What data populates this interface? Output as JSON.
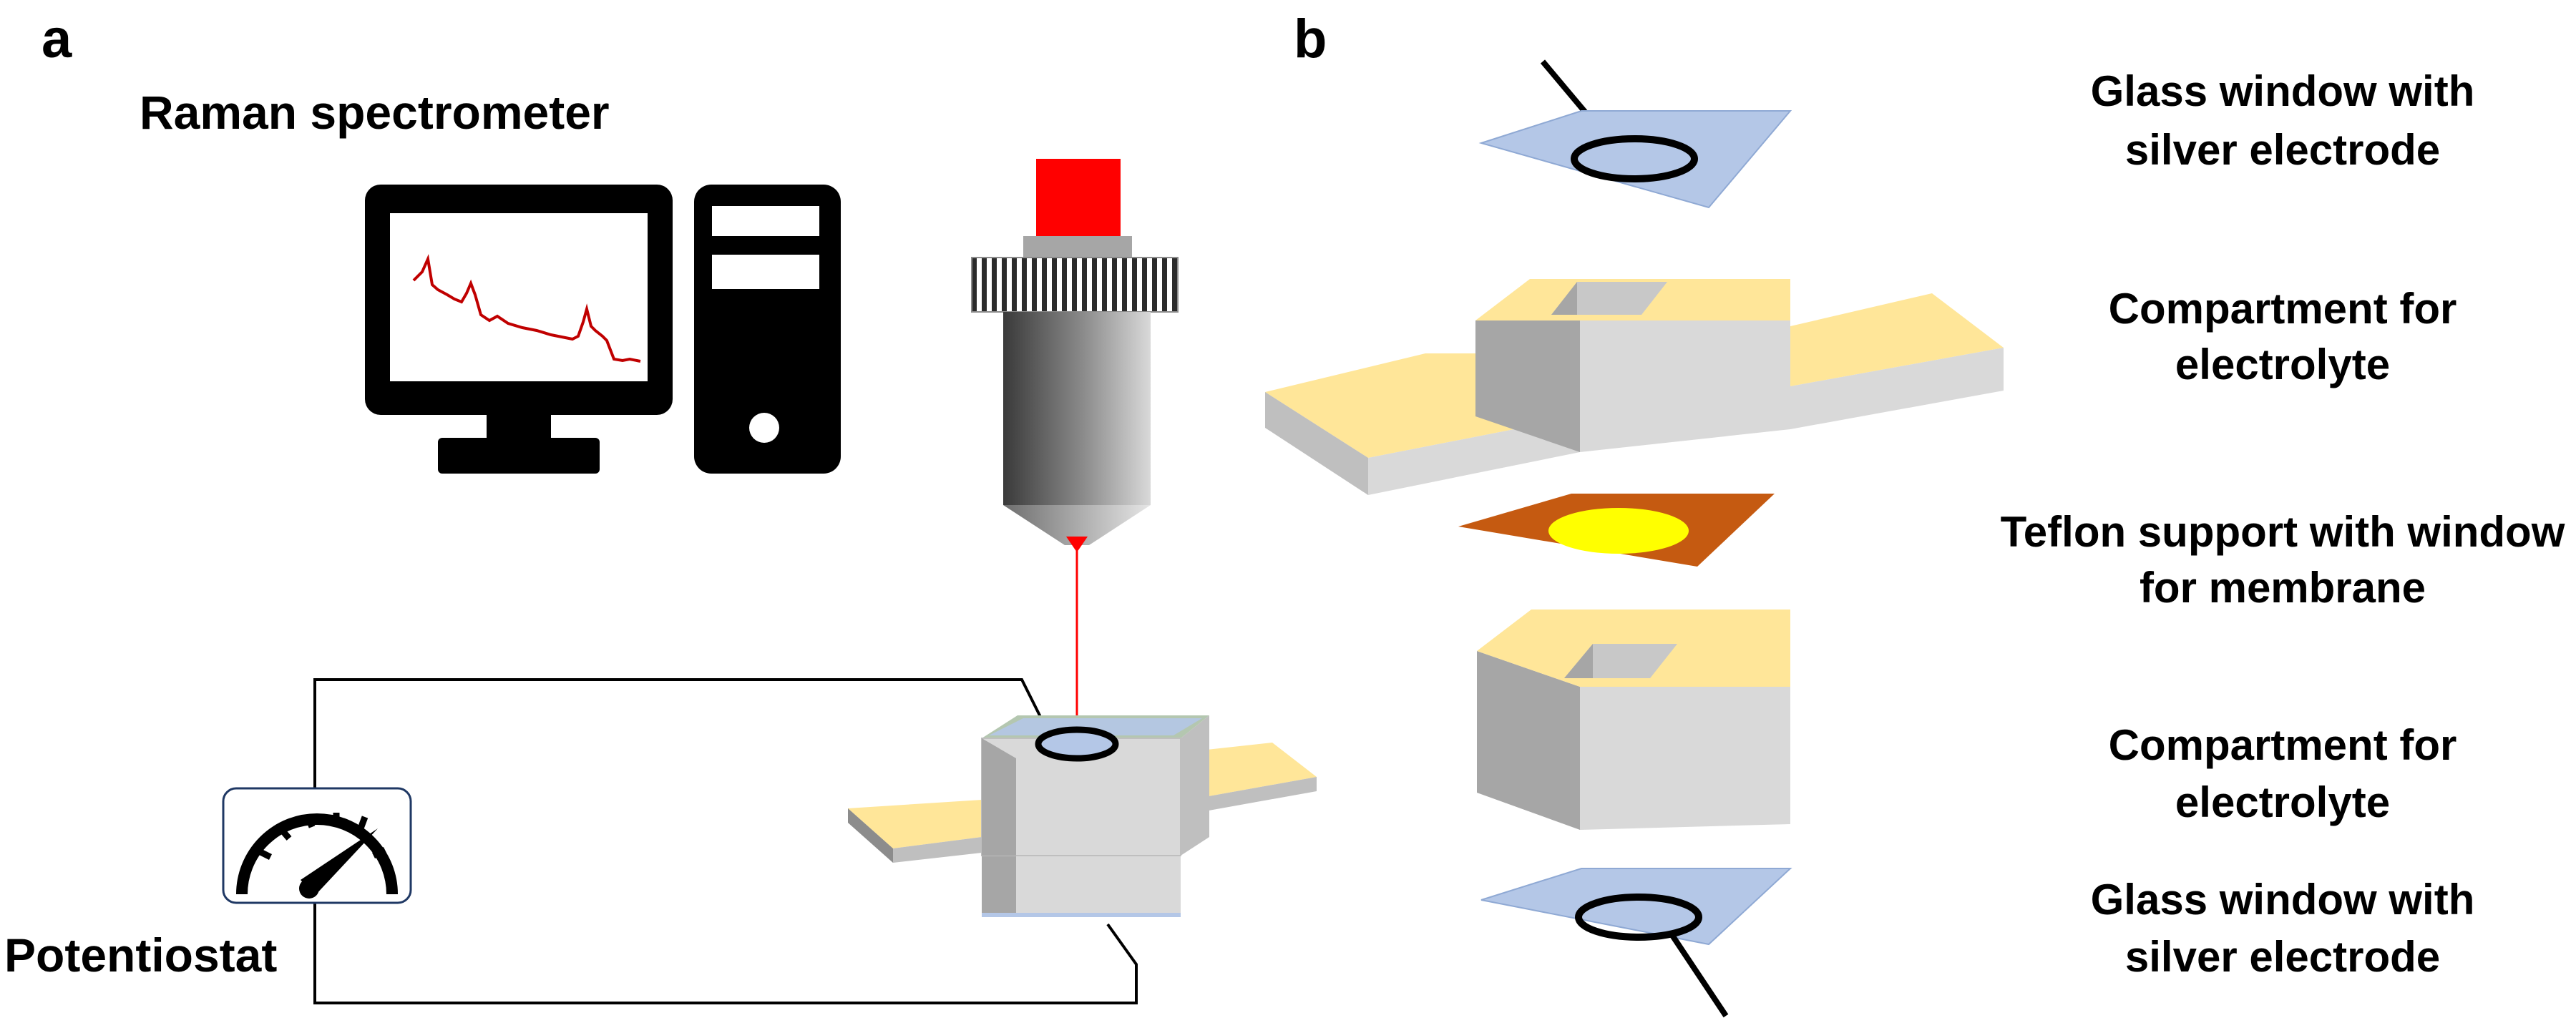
{
  "panels": {
    "a": {
      "letter": "a",
      "spectrometer_label": "Raman spectrometer",
      "potentiostat_label": "Potentiostat"
    },
    "b": {
      "letter": "b",
      "layers": [
        {
          "line1": "Glass window with",
          "line2": "silver electrode"
        },
        {
          "line1": "Compartment for",
          "line2": "electrolyte"
        },
        {
          "line1": "Teflon support with window",
          "line2": "for membrane"
        },
        {
          "line1": "Compartment for",
          "line2": "electrolyte"
        },
        {
          "line1": "Glass window with",
          "line2": "silver electrode"
        }
      ]
    }
  },
  "icons": {
    "computer": "desktop-computer-icon",
    "objective": "microscope-objective-icon",
    "meter": "gauge-meter-icon"
  },
  "colors": {
    "laser": "#ff0000",
    "glass": "#b4c7e7",
    "spacer_top": "#ffe699",
    "compartment_side": "#bfbfbf",
    "teflon": "#c55a11",
    "membrane": "#ffff00",
    "spectrum": "#c00000"
  }
}
